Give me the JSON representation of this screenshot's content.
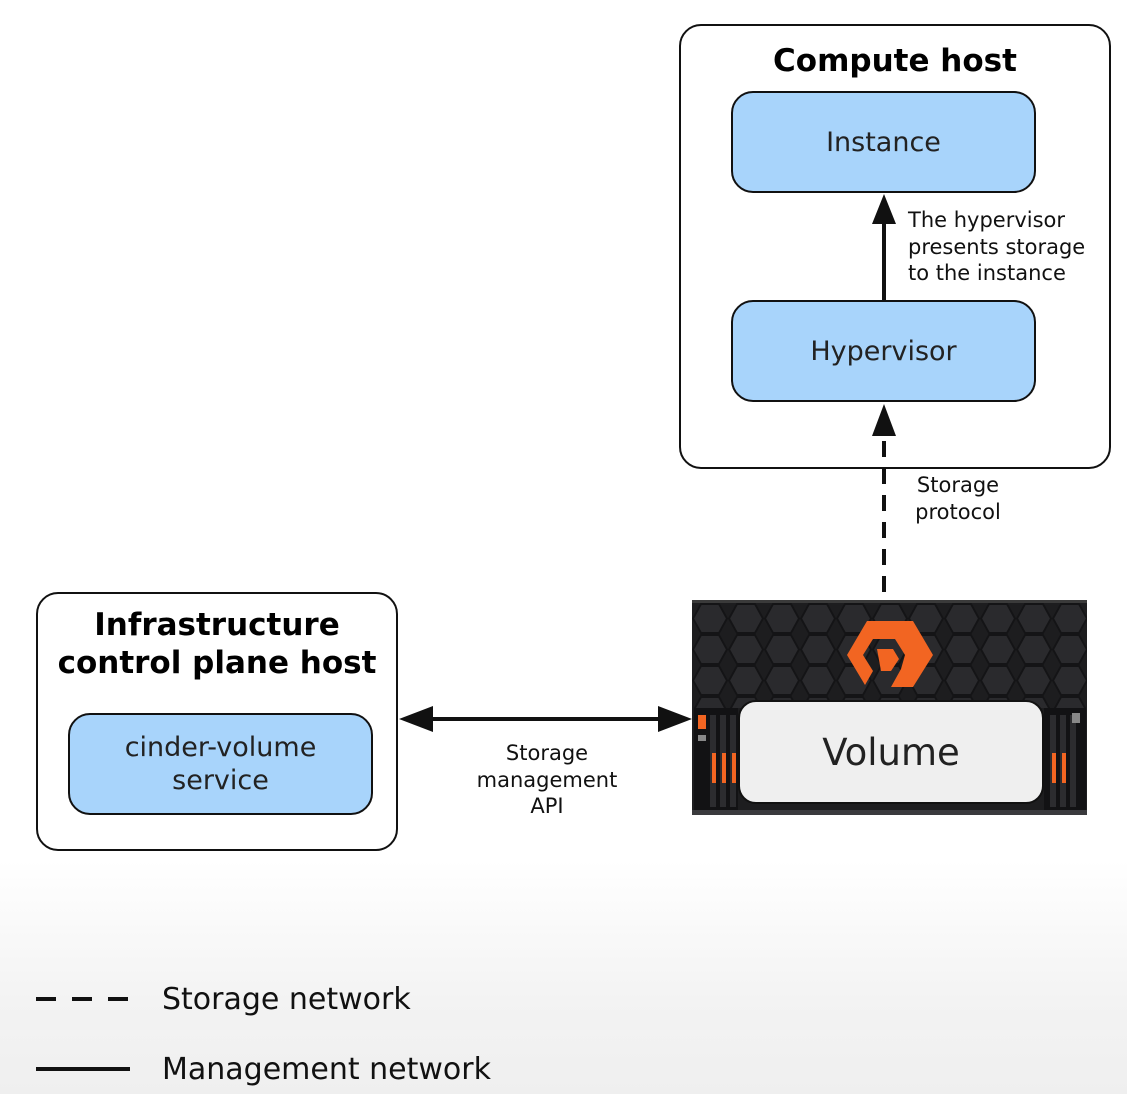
{
  "compute_host": {
    "title": "Compute host",
    "instance_label": "Instance",
    "hypervisor_label": "Hypervisor",
    "hypervisor_note": "The hypervisor\npresents storage\nto the instance"
  },
  "control_plane_host": {
    "title": "Infrastructure\ncontrol plane host",
    "service_label": "cinder-volume\nservice"
  },
  "storage_array": {
    "volume_label": "Volume",
    "brand_color": "#f26522",
    "logo_icon": "pure-storage-logo-icon"
  },
  "connections": {
    "storage_protocol_label": "Storage\nprotocol",
    "management_api_label": "Storage\nmanagement\nAPI"
  },
  "legend": {
    "storage_network_label": "Storage network",
    "management_network_label": "Management network"
  },
  "colors": {
    "node_fill": "#a8d4fb",
    "volume_fill": "#efefef",
    "line": "#111111"
  }
}
